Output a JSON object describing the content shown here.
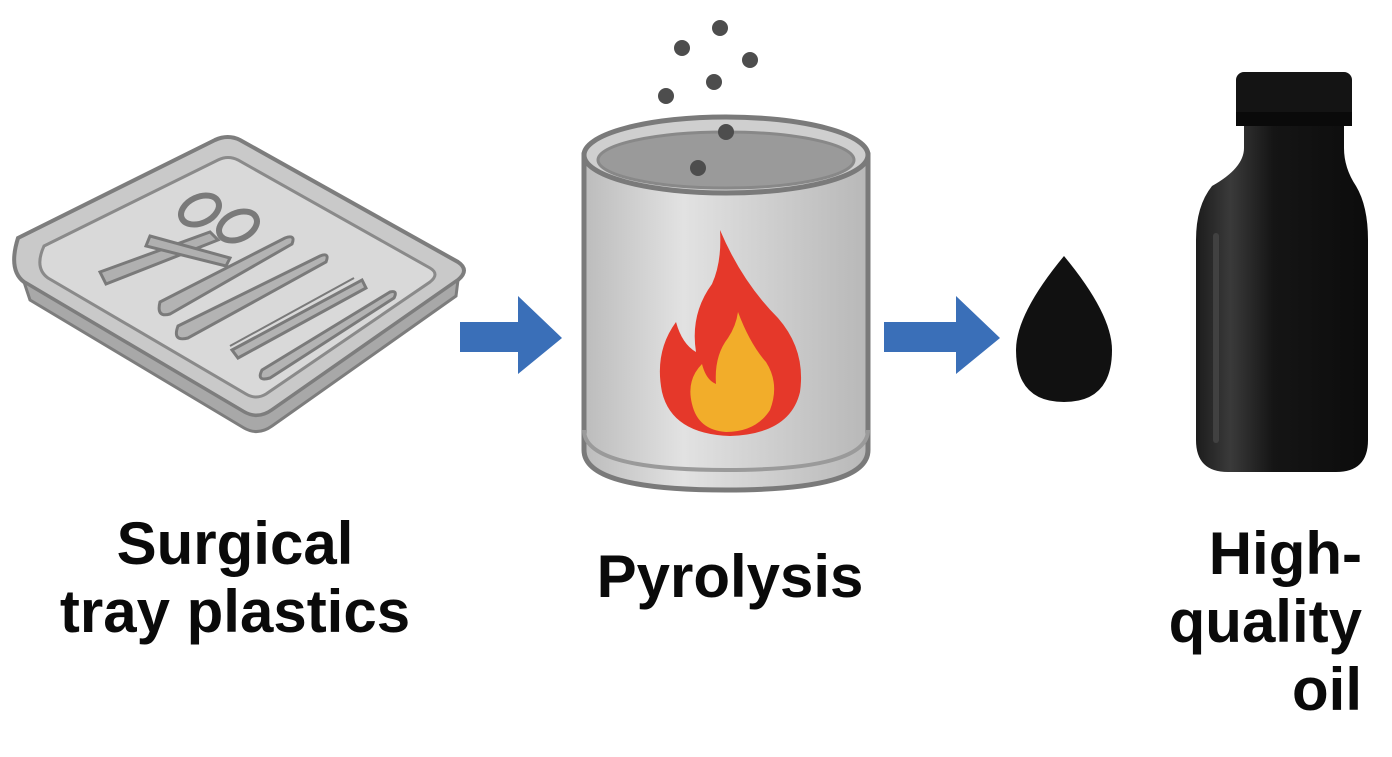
{
  "steps": [
    {
      "label_lines": [
        "Surgical",
        "tray plastics"
      ],
      "icon": "surgical-tray-icon"
    },
    {
      "label_lines": [
        "Pyrolysis"
      ],
      "icon": "pyrolysis-drum-icon"
    },
    {
      "label_lines": [
        "High-",
        "quality",
        "oil"
      ],
      "icon": "oil-bottle-icon"
    }
  ],
  "colors": {
    "arrow": "#3a6fb8",
    "flame_outer": "#e5382a",
    "flame_inner": "#f2ad2a",
    "drum": "#d6d6d6",
    "drum_outline": "#7a7a7a",
    "tray": "#bdbdbd",
    "oil": "#111111",
    "smoke": "#4d4d4d"
  }
}
